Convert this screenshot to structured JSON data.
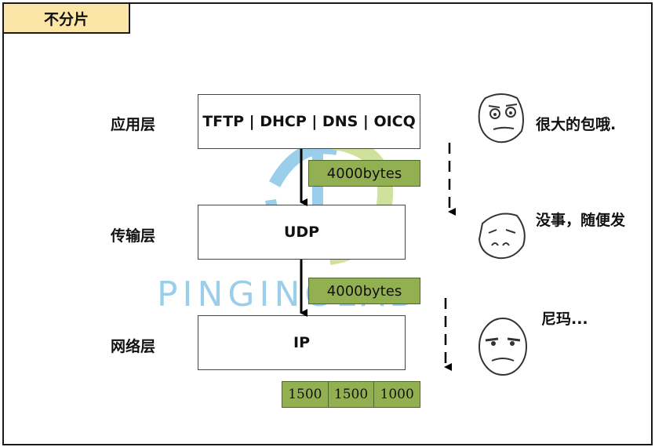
{
  "title": "不分片",
  "layers": [
    {
      "label": "应用层",
      "protocols": "TFTP | DHCP | DNS | OICQ"
    },
    {
      "label": "传输层",
      "protocols": "UDP"
    },
    {
      "label": "网络层",
      "protocols": "IP"
    }
  ],
  "payload": {
    "app_to_transport": "4000bytes",
    "transport_to_network": "4000bytes"
  },
  "fragments": [
    "1500",
    "1500",
    "1000"
  ],
  "speech": [
    "很大的包哦.",
    "没事，随便发",
    "尼玛..."
  ],
  "watermark": "PINGINGLAB",
  "icons": {
    "face1": "meme-face-icon",
    "face2": "smug-face-icon",
    "face3": "annoyed-face-icon"
  },
  "colors": {
    "title_bg": "#fbe6a8",
    "payload_green": "#92b052",
    "watermark_blue": "#4aa7d9"
  }
}
